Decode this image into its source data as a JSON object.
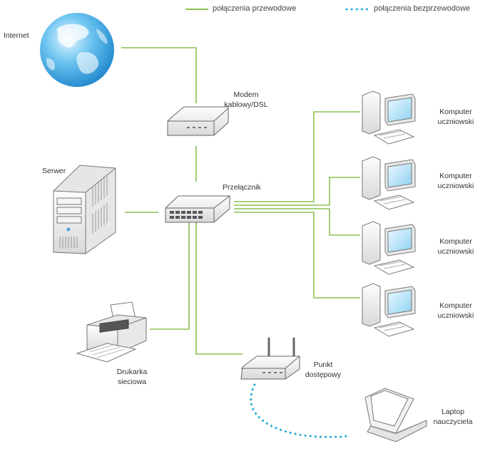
{
  "legend": {
    "wired_label": "połączenia przewodowe",
    "wireless_label": "połączenia bezprzewodowe",
    "wired_color": "#8cc152",
    "wireless_color": "#1fa9d6"
  },
  "nodes": {
    "internet": "Internet",
    "modem_line1": "Modem",
    "modem_line2": "kablowy/DSL",
    "switch": "Przełącznik",
    "server": "Serwer",
    "printer_line1": "Drukarka",
    "printer_line2": "sieciowa",
    "ap_line1": "Punkt",
    "ap_line2": "dostępowy",
    "laptop_line1": "Laptop",
    "laptop_line2": "nauczyciela",
    "computers": [
      {
        "line1": "Komputer",
        "line2": "uczniowski"
      },
      {
        "line1": "Komputer",
        "line2": "uczniowski"
      },
      {
        "line1": "Komputer",
        "line2": "uczniowski"
      },
      {
        "line1": "Komputer",
        "line2": "uczniowski"
      }
    ]
  }
}
